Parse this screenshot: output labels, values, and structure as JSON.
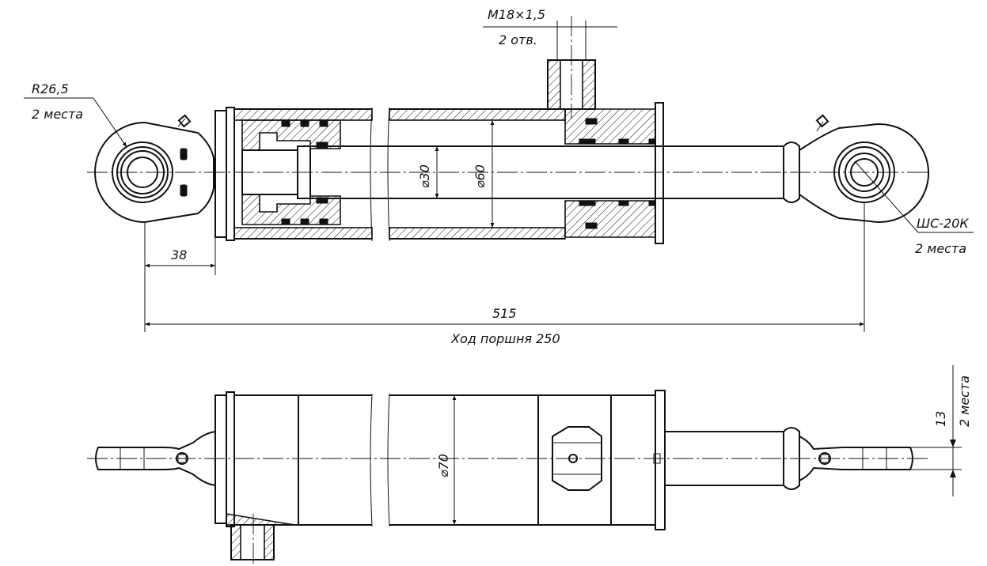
{
  "annotations": {
    "thread": "M18×1,5",
    "thread_qty": "2 отв.",
    "radius": "R26,5",
    "radius_qty": "2 места",
    "bearing": "ШС-20К",
    "bearing_qty": "2 места",
    "dim_eye_offset": "38",
    "dim_rod_diameter": "⌀30",
    "dim_piston_diameter": "⌀60",
    "dim_total_length": "515",
    "stroke_note": "Ход поршня 250",
    "dim_body_diameter": "⌀70",
    "dim_lug_thickness": "13",
    "lug_qty": "2 места"
  },
  "colors": {
    "line": "#111111",
    "background": "#ffffff"
  }
}
